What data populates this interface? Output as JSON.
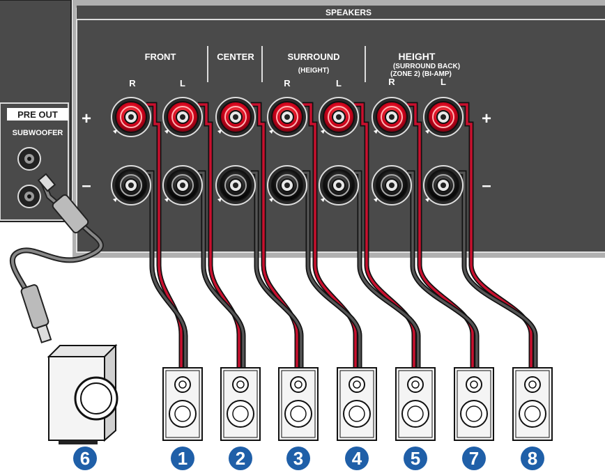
{
  "panel": {
    "title": "SPEAKERS",
    "plus_sign": "+",
    "minus_sign": "–"
  },
  "groups": {
    "front": "FRONT",
    "center": "CENTER",
    "surround": "SURROUND",
    "surround_sub": "(HEIGHT)",
    "height": "HEIGHT",
    "height_sub1": "(SURROUND BACK)",
    "height_sub2": "(ZONE 2)  (BI-AMP)"
  },
  "channels": [
    "R",
    "L",
    "R",
    "L",
    "R",
    "L"
  ],
  "pre_out": {
    "title": "PRE OUT",
    "subwoofer": "SUBWOOFER"
  },
  "speakers": [
    "1",
    "2",
    "3",
    "4",
    "5",
    "7",
    "8"
  ],
  "subwoofer_number": "6",
  "colors": {
    "panel": "#4a4a4a",
    "terminal_red": "#d0021b",
    "terminal_black": "#1a1a1a",
    "cable_red": "#c8102e",
    "badge": "#1f5fa8"
  }
}
